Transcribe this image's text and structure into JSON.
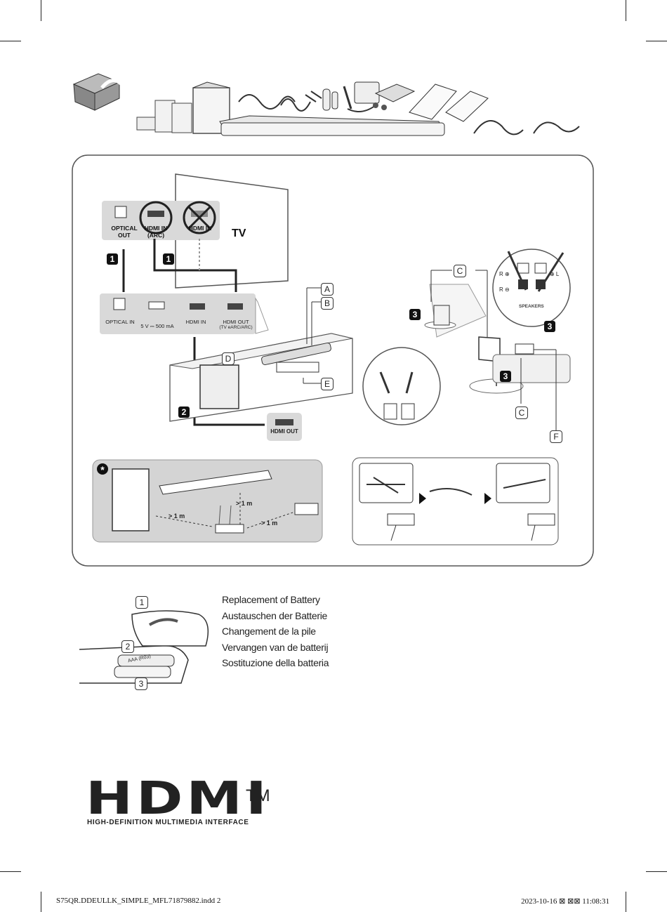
{
  "tv_panel": {
    "ports": [
      "OPTICAL OUT",
      "HDMI IN (ARC)",
      "HDMI IN"
    ],
    "tv_label": "TV"
  },
  "soundbar_panel": {
    "ports": [
      "OPTICAL IN",
      "5 V ⎓ 500 mA",
      "HDMI IN",
      "HDMI OUT",
      "(TV eARC/ARC)"
    ]
  },
  "steps": {
    "one": "1",
    "two": "2",
    "three": "3"
  },
  "callouts": {
    "a": "A",
    "b": "B",
    "c": "C",
    "d": "D",
    "e": "E",
    "f": "F"
  },
  "speaker_terminals": {
    "r_plus": "R ⊕",
    "r_minus": "R ⊖",
    "l_plus": "⊕ L",
    "label": "SPEAKERS"
  },
  "source_device": {
    "port_label": "HDMI OUT"
  },
  "distance": {
    "d1": "> 1 m",
    "d2": "> 1 m",
    "d3": "> 1 m",
    "asterisk": "*"
  },
  "battery": {
    "step1": "1",
    "step2": "2",
    "step3": "3",
    "battery_label": "AAA (R03)",
    "languages": [
      "Replacement of Battery",
      "Austauschen der Batterie",
      "Changement de la pile",
      "Vervangen van de batterij",
      "Sostituzione della batteria"
    ]
  },
  "logo": {
    "text": "HDMI",
    "tm": "TM",
    "subtitle": "HIGH-DEFINITION MULTIMEDIA INTERFACE"
  },
  "footer": {
    "file": "S75QR.DDEULLK_SIMPLE_MFL71879882.indd   2",
    "timestamp": "2023-10-16 ⊠ ⊠⊠ 11:08:31"
  }
}
